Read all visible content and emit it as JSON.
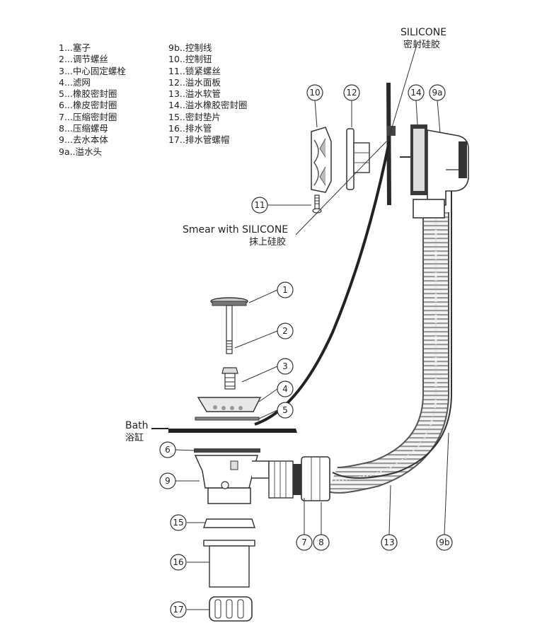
{
  "legend_left": [
    "1...塞子",
    "2...调节螺丝",
    "3...中心固定螺栓",
    "4...滤网",
    "5...橡胶密封圈",
    "6...橡皮密封圈",
    "7...压缩密封圈",
    "8...压缩螺母",
    "9...去水本体",
    "9a..溢水头"
  ],
  "legend_right": [
    "9b..控制线",
    "10..控制钮",
    "11..锁紧螺丝",
    "12..溢水面板",
    "13..溢水软管",
    "14..溢水橡胶密封圈",
    "15..密封垫片",
    "16..排水管",
    "17..排水管螺帽"
  ],
  "labels": {
    "silicone_en": "SILICONE",
    "silicone_cn": "密封硅胶",
    "smear_en": "Smear with SILICONE",
    "smear_cn": "抹上硅胶",
    "bath_en": "Bath",
    "bath_cn": "浴缸"
  },
  "callouts": {
    "c1": "1",
    "c2": "2",
    "c3": "3",
    "c4": "4",
    "c5": "5",
    "c6": "6",
    "c7": "7",
    "c8": "8",
    "c9": "9",
    "c9a": "9a",
    "c9b": "9b",
    "c10": "10",
    "c11": "11",
    "c12": "12",
    "c13": "13",
    "c14": "14",
    "c15": "15",
    "c16": "16",
    "c17": "17"
  }
}
